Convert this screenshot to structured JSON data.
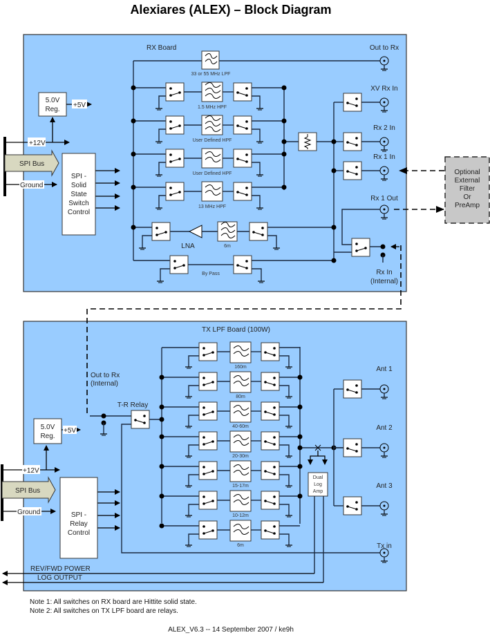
{
  "title": "Alexiares (ALEX)  – Block Diagram",
  "rx_board": {
    "label": "RX Board",
    "regulator": {
      "line1": "5.0V",
      "line2": "Reg.",
      "output": "+5V"
    },
    "supply": "+12V",
    "spi_bus": "SPI Bus",
    "ground": "Ground",
    "controller": [
      "SPI -",
      "Solid",
      "State",
      "Switch",
      "Control"
    ],
    "filters": [
      "33 or 55 MHz LPF",
      "1.5 MHz HPF",
      "User Defined HPF",
      "User Defined HPF",
      "13 MHz HPF",
      "6m"
    ],
    "lna": "LNA",
    "bypass": "By Pass",
    "ports": {
      "out_to_rx": "Out to Rx",
      "xv_rx_in": "XV Rx In",
      "rx2_in": "Rx 2 In",
      "rx1_in": "Rx 1 In",
      "rx1_out": "Rx 1 Out",
      "rx_in_internal_1": "Rx In",
      "rx_in_internal_2": "(Internal)"
    }
  },
  "external": [
    "Optional",
    "External",
    "Filter",
    "Or",
    "PreAmp"
  ],
  "tx_board": {
    "label": "TX LPF Board (100W)",
    "regulator": {
      "line1": "5.0V",
      "line2": "Reg.",
      "output": "+5V"
    },
    "supply": "+12V",
    "spi_bus": "SPI Bus",
    "ground": "Ground",
    "controller": [
      "SPI -",
      "Relay",
      "Control"
    ],
    "out_to_rx": [
      "Out to Rx",
      "(Internal)"
    ],
    "tr_relay": "T-R Relay",
    "filters": [
      "160m",
      "80m",
      "40-60m",
      "20-30m",
      "15-17m",
      "10-12m",
      "6m"
    ],
    "log_amp": [
      "Dual",
      "Log",
      "Amp"
    ],
    "antennas": [
      "Ant 1",
      "Ant 2",
      "Ant 3"
    ],
    "tx_in": "Tx in",
    "power_output": [
      "REV/FWD POWER",
      "LOG OUTPUT"
    ]
  },
  "notes": [
    "Note 1: All switches on RX board are Hittite solid state.",
    "Note 2: All switches on TX LPF board are relays."
  ],
  "footer": "ALEX_V6.3  -- 14  September 2007 / ke9h"
}
